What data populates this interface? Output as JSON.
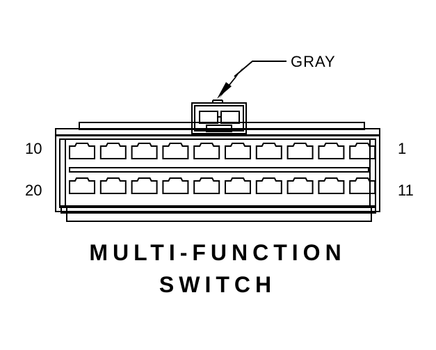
{
  "callout": {
    "label": "GRAY"
  },
  "pin_labels": {
    "top_left": "10",
    "top_right": "1",
    "bottom_left": "20",
    "bottom_right": "11"
  },
  "title": {
    "line1": "MULTI-FUNCTION",
    "line2": "SWITCH"
  },
  "connector": {
    "rows": 2,
    "cavities_per_row": 10,
    "color": "gray"
  }
}
